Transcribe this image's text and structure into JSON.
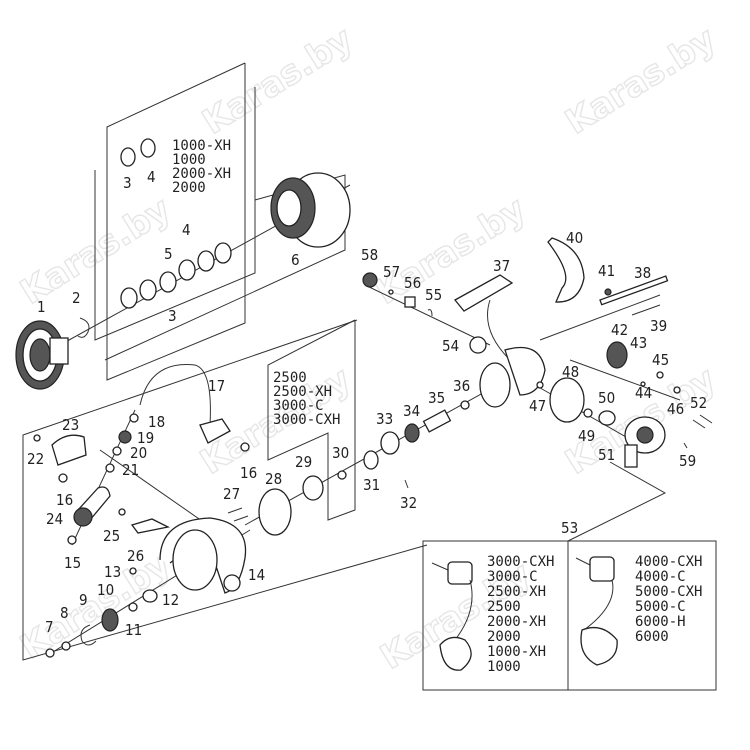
{
  "diagram": {
    "title": "Spinning reel exploded parts diagram",
    "watermark": "Karas.by",
    "part_labels": {
      "p1": "1",
      "p2": "2",
      "p3a": "3",
      "p4a": "4",
      "p3b": "3",
      "p4b": "4",
      "p5": "5",
      "p6": "6",
      "p7": "7",
      "p8": "8",
      "p9": "9",
      "p10": "10",
      "p11": "11",
      "p12": "12",
      "p13": "13",
      "p14": "14",
      "p15": "15",
      "p16a": "16",
      "p16b": "16",
      "p17": "17",
      "p18": "18",
      "p19": "19",
      "p20": "20",
      "p21": "21",
      "p22": "22",
      "p23": "23",
      "p24": "24",
      "p25": "25",
      "p26": "26",
      "p27": "27",
      "p28": "28",
      "p29": "29",
      "p30": "30",
      "p31": "31",
      "p32": "32",
      "p33": "33",
      "p34": "34",
      "p35": "35",
      "p36": "36",
      "p37": "37",
      "p38": "38",
      "p39": "39",
      "p40": "40",
      "p41": "41",
      "p42": "42",
      "p43": "43",
      "p44": "44",
      "p45": "45",
      "p46": "46",
      "p47": "47",
      "p48": "48",
      "p49": "49",
      "p50": "50",
      "p51": "51",
      "p52": "52",
      "p53": "53",
      "p54": "54",
      "p55": "55",
      "p56": "56",
      "p57": "57",
      "p58": "58",
      "p59": "59"
    },
    "model_groups": {
      "spool_washers": [
        "1000-XH",
        "1000",
        "2000-XH",
        "2000"
      ],
      "rotor_bearing": [
        "2500",
        "2500-XH",
        "3000-C",
        "3000-CXH"
      ],
      "handle_small": [
        "3000-CXH",
        "3000-C",
        "2500-XH",
        "2500",
        "2000-XH",
        "2000",
        "1000-XH",
        "1000"
      ],
      "handle_large": [
        "4000-CXH",
        "4000-C",
        "5000-CXH",
        "5000-C",
        "6000-H",
        "6000"
      ]
    }
  }
}
